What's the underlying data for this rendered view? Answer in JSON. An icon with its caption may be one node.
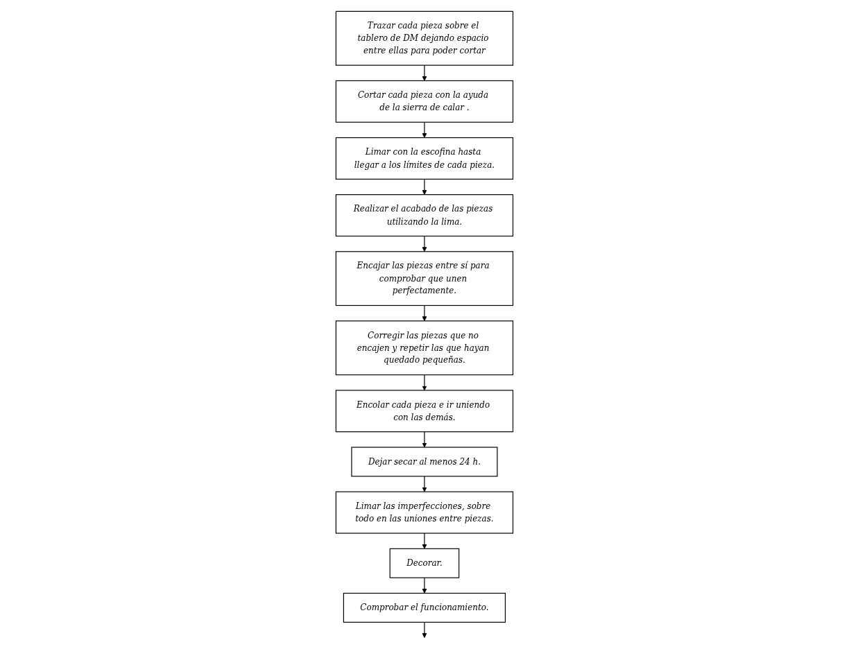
{
  "diagram": {
    "nodes": [
      {
        "text": [
          "Trazar cada pieza sobre el tablero de DM dejando espacio entre ellas para poder cortar"
        ]
      },
      {
        "text": [
          "Cortar cada pieza con la ayuda de la sierra de calar ."
        ]
      },
      {
        "text": [
          "Limar con la escofina hasta llegar a los límites de cada pieza."
        ]
      },
      {
        "text": [
          "Realizar el acabado de las piezas utilizando la lima."
        ]
      },
      {
        "text": [
          "Encajar las piezas entre sí para comprobar que unen perfectamente."
        ]
      },
      {
        "text": [
          "Corregir las piezas que no encajen y repetir las que hayan quedado pequeñas."
        ]
      },
      {
        "text": [
          "Encolar cada pieza e ir uniendo con las demás."
        ]
      },
      {
        "text": [
          "Dejar secar al menos 24 h."
        ]
      },
      {
        "text": [
          "Limar las imperfecciones, sobre todo en las uniones entre piezas."
        ]
      },
      {
        "text": [
          "Decorar."
        ]
      },
      {
        "text": [
          "Comprobar el funcionamiento."
        ]
      }
    ],
    "edges": [
      {
        "from": 0,
        "to": 1,
        "arrow": "to"
      },
      {
        "from": 1,
        "to": 2,
        "arrow": "to"
      },
      {
        "from": 2,
        "to": 3,
        "arrow": "to"
      },
      {
        "from": 3,
        "to": 4,
        "arrow": "to"
      },
      {
        "from": 4,
        "to": 5,
        "arrow": "to"
      },
      {
        "from": 5,
        "to": 6,
        "arrow": "to"
      },
      {
        "from": 6,
        "to": 7,
        "arrow": "to"
      },
      {
        "from": 7,
        "to": 8,
        "arrow": "to"
      },
      {
        "from": 8,
        "to": 9,
        "arrow": "to"
      },
      {
        "from": 9,
        "to": 10,
        "arrow": "to"
      },
      {
        "from": 10,
        "to": null,
        "arrow": "to"
      }
    ]
  }
}
